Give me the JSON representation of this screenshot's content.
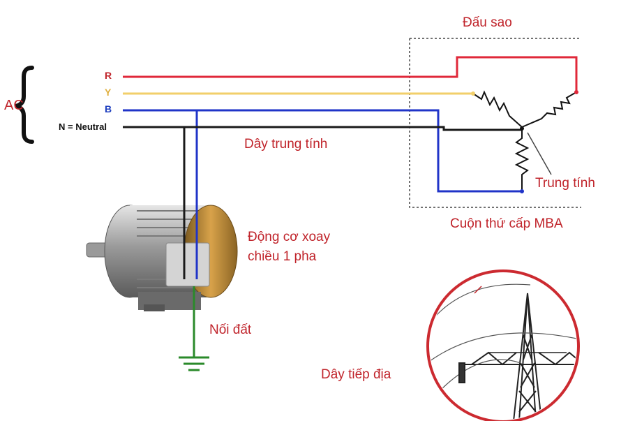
{
  "ac": {
    "label": "AC"
  },
  "phases": {
    "r": "R",
    "y": "Y",
    "b": "B",
    "n": "N = Neutral"
  },
  "labels": {
    "star": "Đấu sao",
    "neutral_wire": "Dây trung tính",
    "neutral_point": "Trung tính",
    "secondary": "Cuộn thứ cấp MBA",
    "motor": "Động cơ xoay\nchiều 1 pha",
    "ground": "Nối đất",
    "ground_wire": "Dây tiếp địa"
  },
  "colors": {
    "red_wire": "#e0283a",
    "yellow_wire": "#f2cf6a",
    "blue_wire": "#2034c8",
    "neutral_wire": "#1a1a1a",
    "ground_wire": "#2a8a2a",
    "label_text": "#c0242b"
  }
}
